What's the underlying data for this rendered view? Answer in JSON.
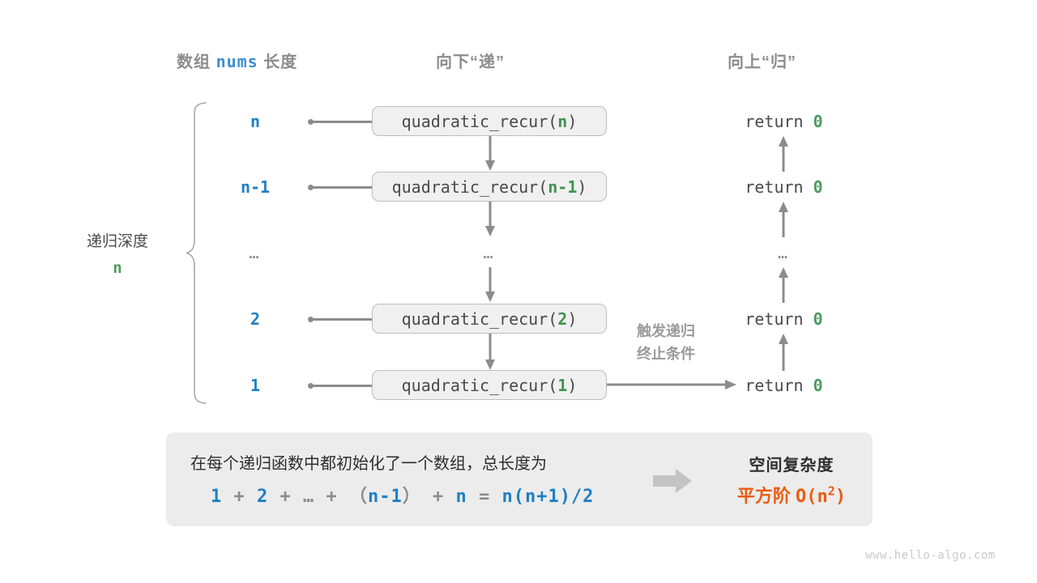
{
  "headers": {
    "left": {
      "prefix": "数组 ",
      "code": "nums",
      "suffix": " 长度"
    },
    "middle": "向下“递”",
    "right": "向上“归”"
  },
  "depth": {
    "label": "递归深度",
    "value": "n"
  },
  "rows": [
    {
      "index": "n",
      "call_prefix": "quadratic_recur(",
      "call_arg": "n",
      "call_suffix": ")",
      "return": "return ",
      "return_value": "0"
    },
    {
      "index": "n-1",
      "call_prefix": "quadratic_recur(",
      "call_arg": "n-1",
      "call_suffix": ")",
      "return": "return ",
      "return_value": "0"
    },
    {
      "index": "…",
      "call_prefix": "…",
      "call_arg": "",
      "call_suffix": "",
      "return": "…",
      "return_value": ""
    },
    {
      "index": "2",
      "call_prefix": "quadratic_recur(",
      "call_arg": "2",
      "call_suffix": ")",
      "return": "return ",
      "return_value": "0"
    },
    {
      "index": "1",
      "call_prefix": "quadratic_recur(",
      "call_arg": "1",
      "call_suffix": ")",
      "return": "return ",
      "return_value": "0"
    }
  ],
  "note": {
    "line1": "触发递归",
    "line2": "终止条件"
  },
  "summary": {
    "text": "在每个递归函数中都初始化了一个数组，总长度为",
    "formula": {
      "t1": "1",
      "op1": " + ",
      "t2": "2",
      "op2": " + … + （",
      "t3": "n-1",
      "op3": "） + ",
      "t4": "n",
      "op4": " = ",
      "t5": "n(n+1)/2"
    },
    "right_title": "空间复杂度",
    "right_label": "平方阶 ",
    "right_big_o": "O(n",
    "right_exp": "2",
    "right_close": ")"
  },
  "watermark": "www.hello-algo.com",
  "colors": {
    "blue": "#1f7fc4",
    "green": "#4e9a5f",
    "orange": "#ec5b10",
    "gray": "#8c8c8c",
    "box_fill": "#f0f0f0",
    "panel_fill": "#ececec"
  }
}
